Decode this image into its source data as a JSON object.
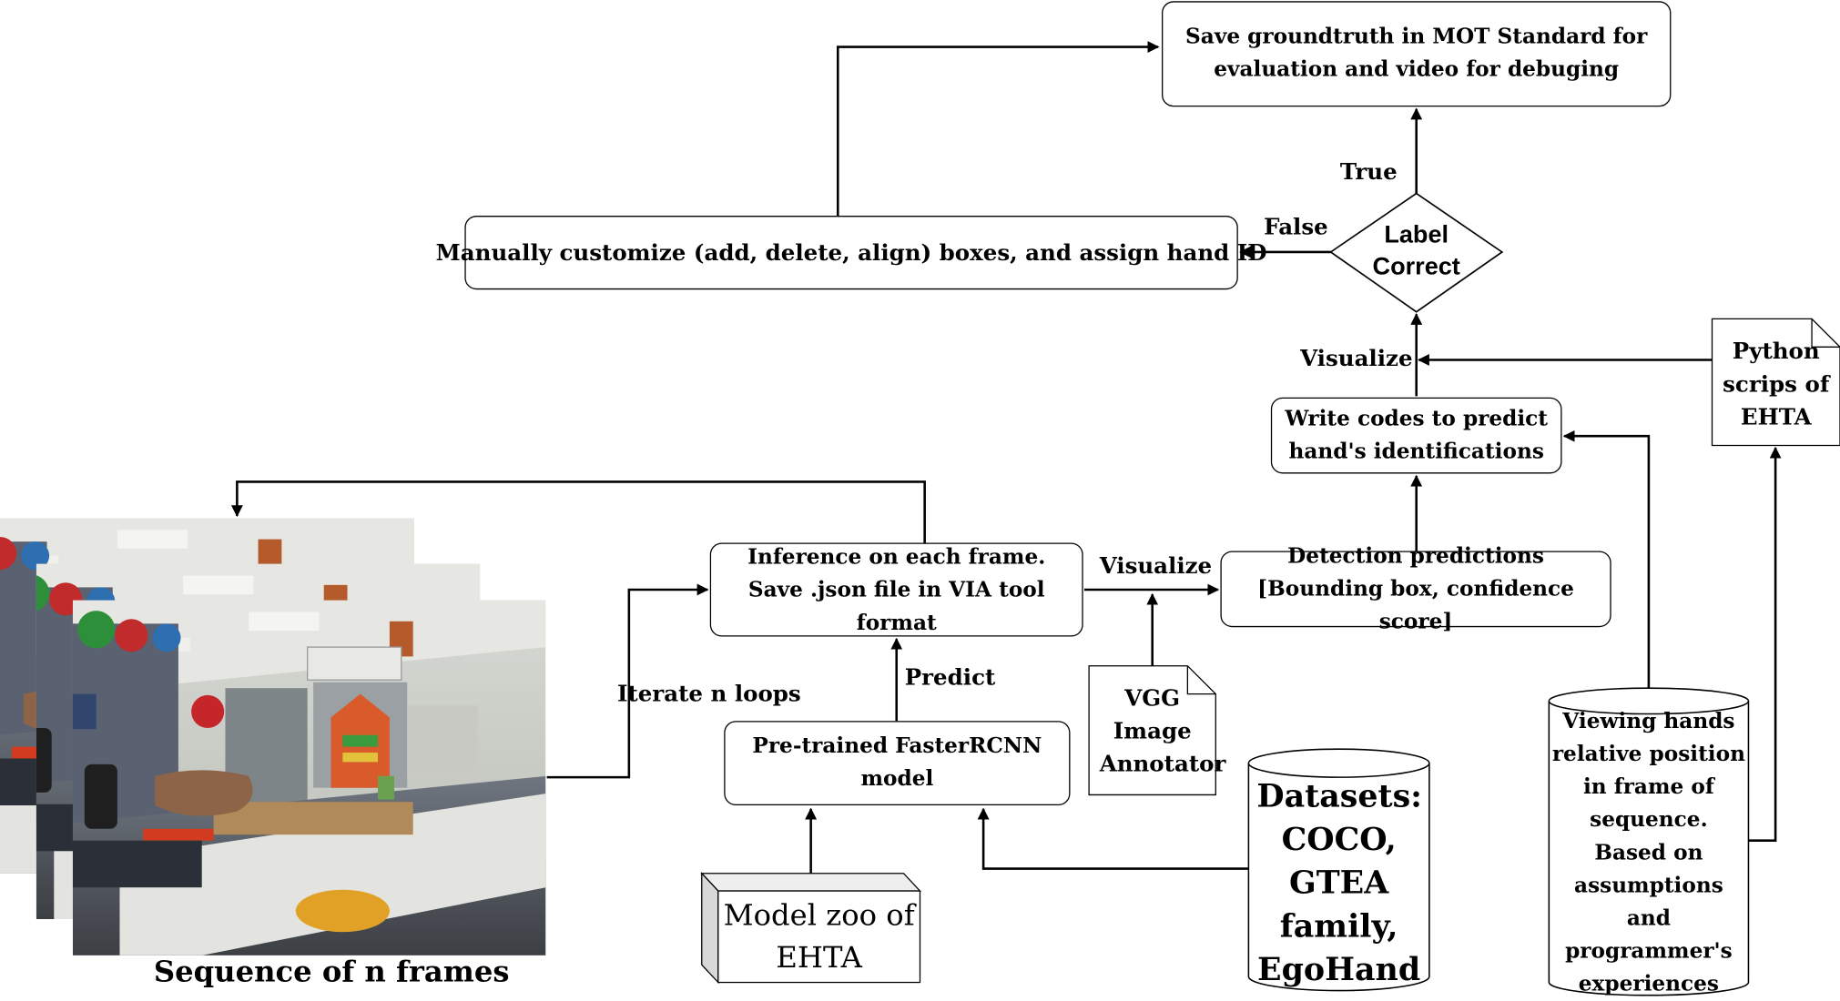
{
  "nodes": {
    "save_gt": "Save groundtruth in MOT Standard for evaluation and video for debuging",
    "manual": "Manually customize (add, delete, align) boxes, and assign hand ID",
    "decision": "Label Correct",
    "write_codes": "Write codes to predict hand's identifications",
    "python_doc": "Python scrips of EHTA",
    "inference": "Inference on each frame. Save .json file in VIA tool format",
    "detection": "Detection predictions [Bounding box, confidence score]",
    "vgg": "VGG Image Annotator",
    "pretrained": "Pre-trained FasterRCNN model",
    "model_zoo": "Model zoo of EHTA",
    "datasets": "Datasets: COCO, GTEA family, EgoHand",
    "viewing": "Viewing hands relative position in frame of sequence. Based on assumptions and programmer's experiences",
    "frames_caption": "Sequence of n frames"
  },
  "edge_labels": {
    "true": "True",
    "false": "False",
    "visualize_top": "Visualize",
    "visualize_mid": "Visualize",
    "predict": "Predict",
    "iterate": "Iterate n loops"
  },
  "colors": {
    "stroke": "#000000",
    "background": "#ffffff"
  }
}
